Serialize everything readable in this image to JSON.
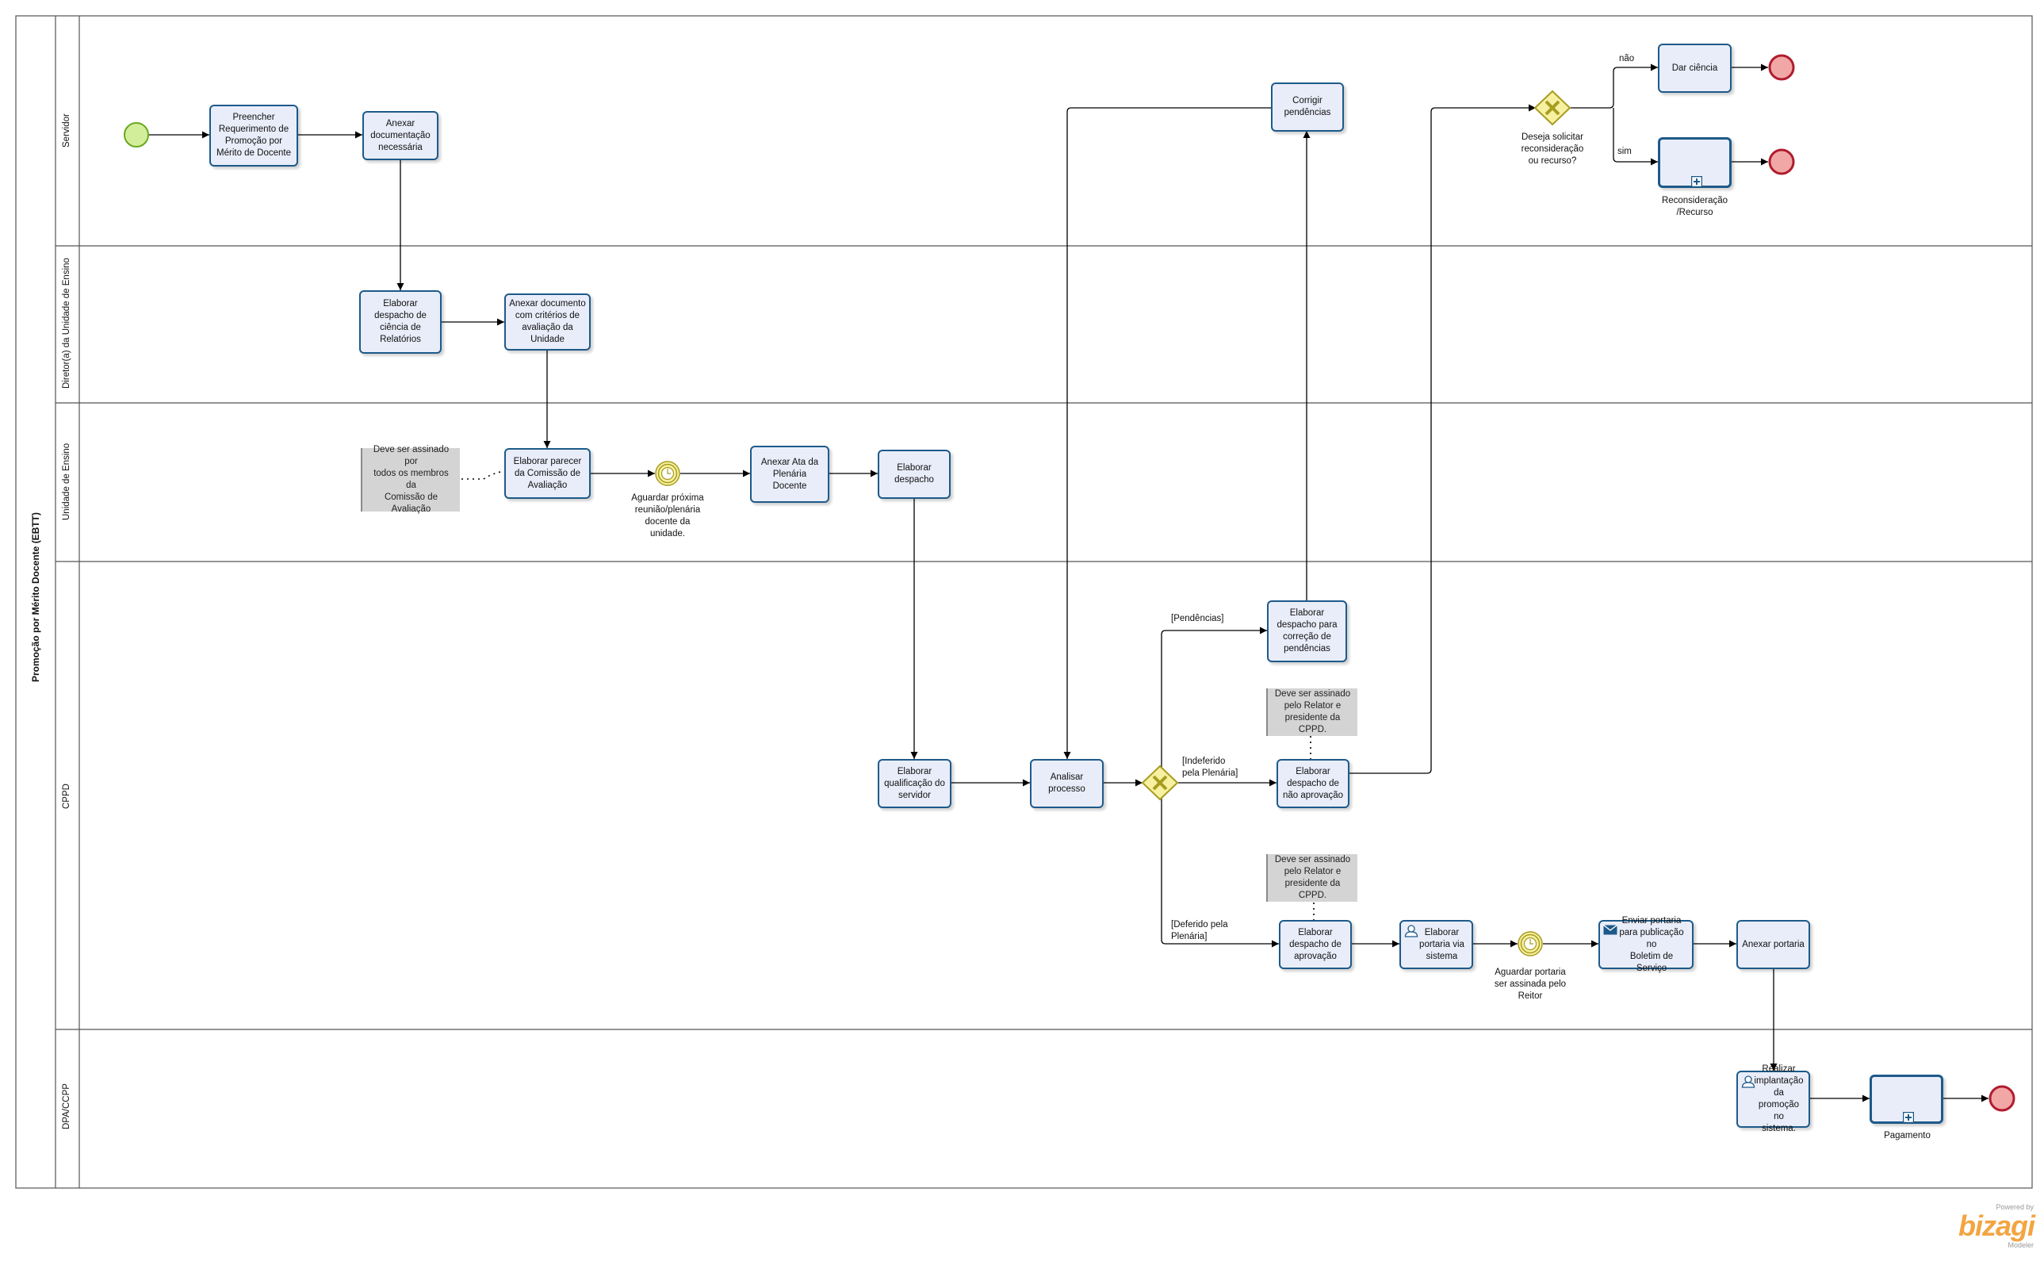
{
  "pool": {
    "title": "Promoção por  Mérito Docente (EBTT)"
  },
  "lanes": {
    "servidor": "Servidor",
    "diretor": "Diretor(a) da Unidade de Ensino",
    "unidade": "Unidade de Ensino",
    "cppd": "CPPD",
    "dpa": "DPA/CCPP"
  },
  "tasks": {
    "preencher": "Preencher\nRequerimento de\nPromoção por\nMérito de Docente",
    "anexar_doc": "Anexar\ndocumentação\nnecessária",
    "corrigir": "Corrigir\npendências",
    "dar_ciencia": "Dar ciência",
    "elaborar_ciencia": "Elaborar\ndespacho de\nciência de\nRelatórios",
    "anexar_criterios": "Anexar documento\ncom critérios de\navaliação da\nUnidade",
    "elaborar_parecer": "Elaborar parecer\nda Comissão de\nAvaliação",
    "anexar_ata": "Anexar Ata da\nPlenária Docente",
    "elaborar_despacho": "Elaborar\ndespacho",
    "elaborar_correcao": "Elaborar\ndespacho para\ncorreção de\npendências",
    "elaborar_qualificacao": "Elaborar\nqualificação do\nservidor",
    "analisar": "Analisar\nprocesso",
    "nao_aprovacao": "Elaborar\ndespacho de\nnão aprovação",
    "aprovacao": "Elaborar\ndespacho de\naprovação",
    "portaria_sistema": "Elaborar\nportaria via\nsistema",
    "enviar_portaria": "Enviar portaria\npara publicação no\nBoletim de Serviço",
    "anexar_portaria": "Anexar portaria",
    "realizar_implantacao": "Realizar\nimplantação da\npromoção no\nsistema."
  },
  "subprocesses": {
    "reconsideracao": "Reconsideração\n/Recurso",
    "pagamento": "Pagamento"
  },
  "annotations": {
    "assinado_comissao": "Deve ser assinado por\ntodos os membros da\nComissão de\nAvaliação",
    "assinado_relator_1": "Deve ser assinado\npelo Relator e\npresidente da CPPD.",
    "assinado_relator_2": "Deve ser assinado\npelo Relator e\npresidente da CPPD."
  },
  "labels": {
    "gw_question": "Deseja solicitar\nreconsideração\nou recurso?",
    "nao": "não",
    "sim": "sim",
    "pendencias": "[Pendências]",
    "indeferido": "[Indeferido\npela Plenária]",
    "deferido": "[Deferido pela\nPlenária]",
    "aguardar_reuniao": "Aguardar próxima\nreunião/plenária\ndocente da\nunidade.",
    "aguardar_portaria": "Aguardar portaria\nser assinada pelo\nReitor"
  },
  "logo": {
    "powered": "Powered by",
    "brand": "bizagi",
    "product": "Modeler"
  },
  "colors": {
    "task_border": "#1d5a8a",
    "task_fill": "#e9edf9",
    "start_fill": "#d3ee9a",
    "start_stroke": "#6aa820",
    "end_fill": "#f2a7a7",
    "end_stroke": "#b01c2e",
    "gateway_fill": "#f6f0a0",
    "gateway_stroke": "#a89c20"
  }
}
